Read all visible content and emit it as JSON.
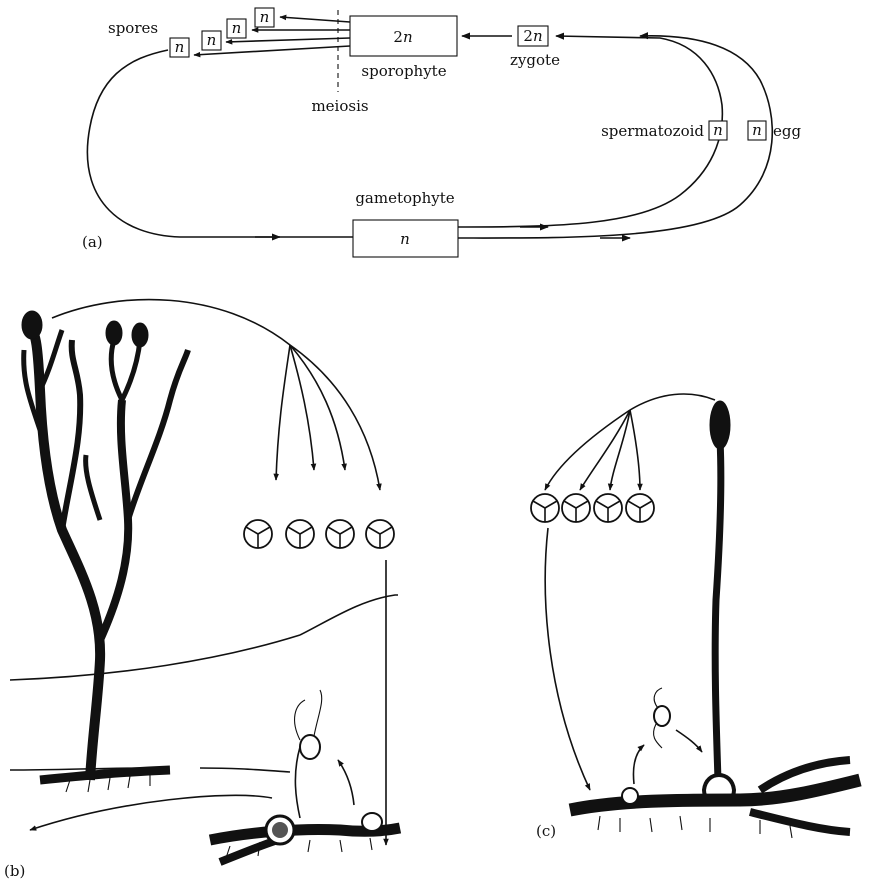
{
  "life_cycle": {
    "spores_label": "spores",
    "haploid": "n",
    "diploid": "2n",
    "sporophyte_label": "sporophyte",
    "meiosis_label": "meiosis",
    "zygote_label": "zygote",
    "spermatozoid_label": "spermatozoid",
    "egg_label": "egg",
    "gametophyte_label": "gametophyte"
  },
  "panels": {
    "a": "(a)",
    "b": "(b)",
    "c": "(c)"
  }
}
